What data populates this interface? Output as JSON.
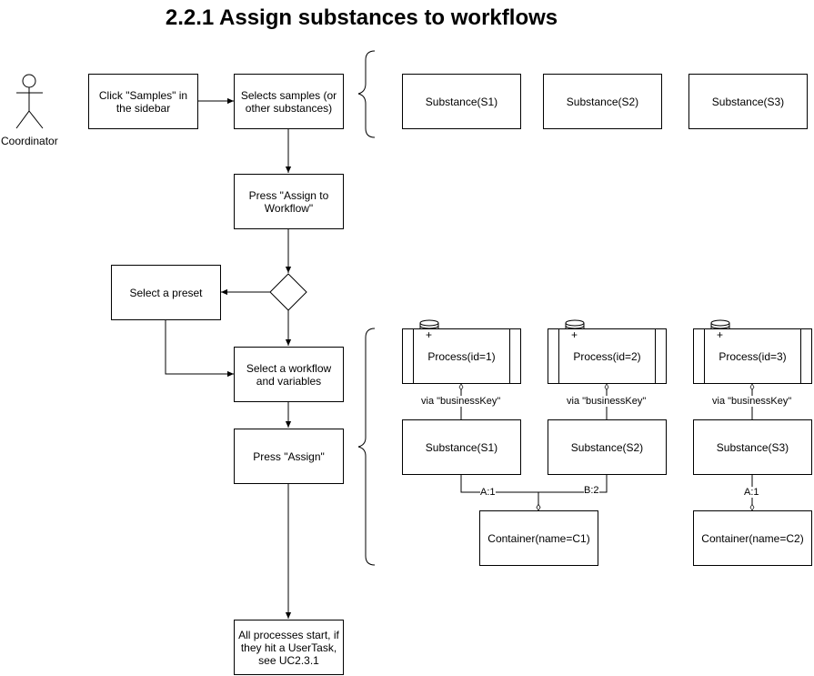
{
  "title": "2.2.1 Assign substances to workflows",
  "actor": {
    "label": "Coordinator"
  },
  "flow": {
    "click_samples": "Click \"Samples\" in the sidebar",
    "select_samples": "Selects samples (or other substances)",
    "press_assign_workflow": "Press \"Assign to Workflow\"",
    "select_preset": "Select a preset",
    "select_workflow": "Select a workflow and variables",
    "press_assign": "Press \"Assign\"",
    "all_start": "All processes start, if they hit a UserTask, see UC2.3.1"
  },
  "selection": {
    "substances": [
      "Substance(S1)",
      "Substance(S2)",
      "Substance(S3)"
    ]
  },
  "result": {
    "processes": [
      "Process(id=1)",
      "Process(id=2)",
      "Process(id=3)"
    ],
    "link_label": "via \"businessKey\"",
    "substances": [
      "Substance(S1)",
      "Substance(S2)",
      "Substance(S3)"
    ],
    "containers": [
      "Container(name=C1)",
      "Container(name=C2)"
    ],
    "positions": [
      "A:1",
      "B:2",
      "A:1"
    ],
    "process_marker": "+"
  }
}
